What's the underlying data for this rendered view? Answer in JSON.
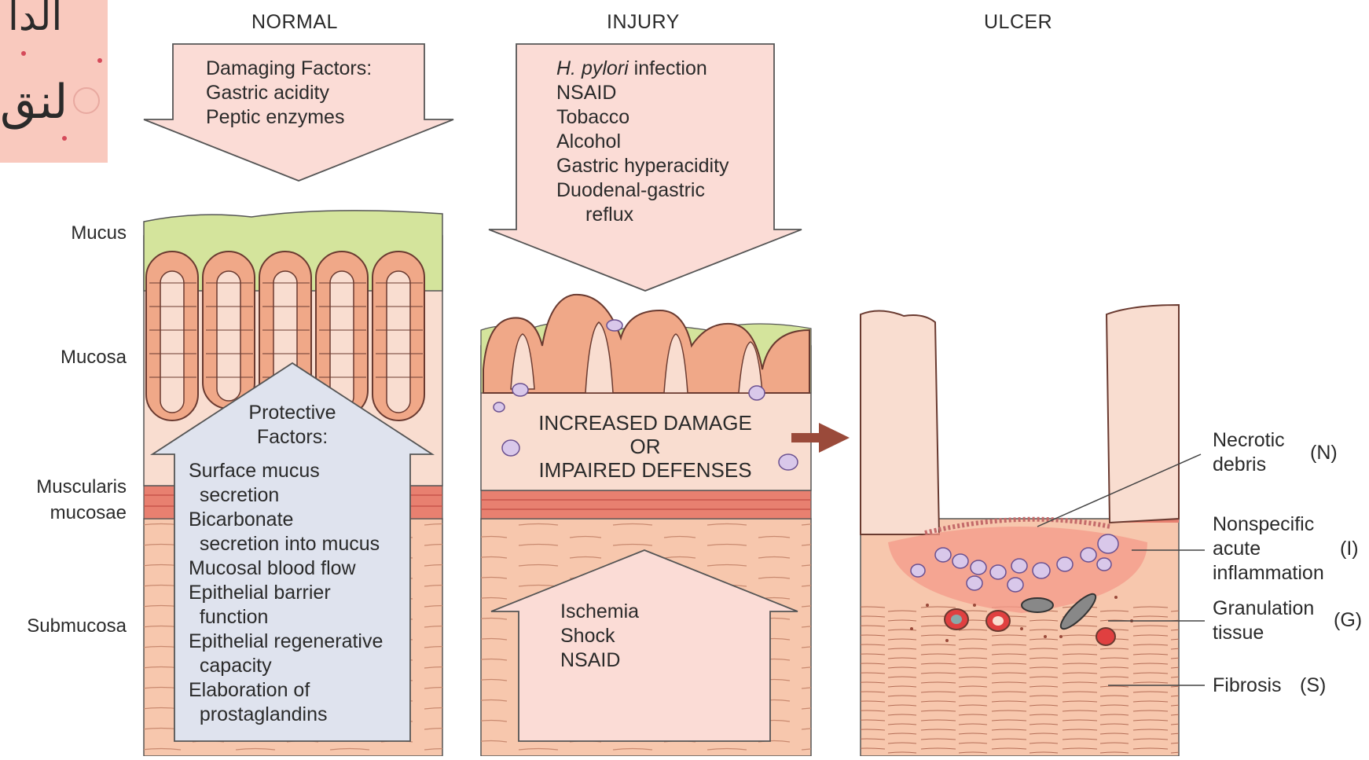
{
  "columns": {
    "normal": "NORMAL",
    "injury": "INJURY",
    "ulcer": "ULCER"
  },
  "layers": {
    "mucus": "Mucus",
    "mucosa": "Mucosa",
    "muscularis_1": "Muscularis",
    "muscularis_2": "mucosae",
    "submucosa": "Submucosa"
  },
  "normal_damaging": {
    "title": "Damaging Factors:",
    "items": [
      "Gastric acidity",
      "Peptic enzymes"
    ]
  },
  "normal_protective": {
    "title_1": "Protective",
    "title_2": "Factors:",
    "lines": [
      "Surface mucus",
      "  secretion",
      "Bicarbonate",
      "  secretion into mucus",
      "Mucosal blood flow",
      "Epithelial barrier",
      "  function",
      "Epithelial regenerative",
      "  capacity",
      "Elaboration of",
      "  prostaglandins"
    ]
  },
  "injury_factors": {
    "hpylori_italic": "H. pylori",
    "hpylori_rest": " infection",
    "items": [
      "NSAID",
      "Tobacco",
      "Alcohol",
      "Gastric hyperacidity",
      "Duodenal-gastric"
    ],
    "reflux": "reflux"
  },
  "injury_center": [
    "INCREASED DAMAGE",
    "OR",
    "IMPAIRED DEFENSES"
  ],
  "injury_bottom": [
    "Ischemia",
    "Shock",
    "NSAID"
  ],
  "ulcer_annotations": {
    "necrotic_1": "Necrotic",
    "necrotic_2": "debris",
    "necrotic_code": "(N)",
    "inflam_1": "Nonspecific",
    "inflam_2": "acute",
    "inflam_3": "inflammation",
    "inflam_code": "(I)",
    "gran_1": "Granulation",
    "gran_2": "tissue",
    "gran_code": "(G)",
    "fibrosis": "Fibrosis",
    "fibrosis_code": "(S)"
  },
  "logo": {
    "text_top": "الدا",
    "text_bottom": "لنق"
  },
  "colors": {
    "mucus_green": "#d4e49c",
    "mucosa_pink": "#f9ddd0",
    "cell_salmon": "#f0a888",
    "muscularis_red": "#e88070",
    "submucosa_peach": "#f7c7ad",
    "arrow_pink": "#fbdcd6",
    "arrow_blue": "#dfe3ee",
    "transition_arrow": "#9a4a3a"
  }
}
